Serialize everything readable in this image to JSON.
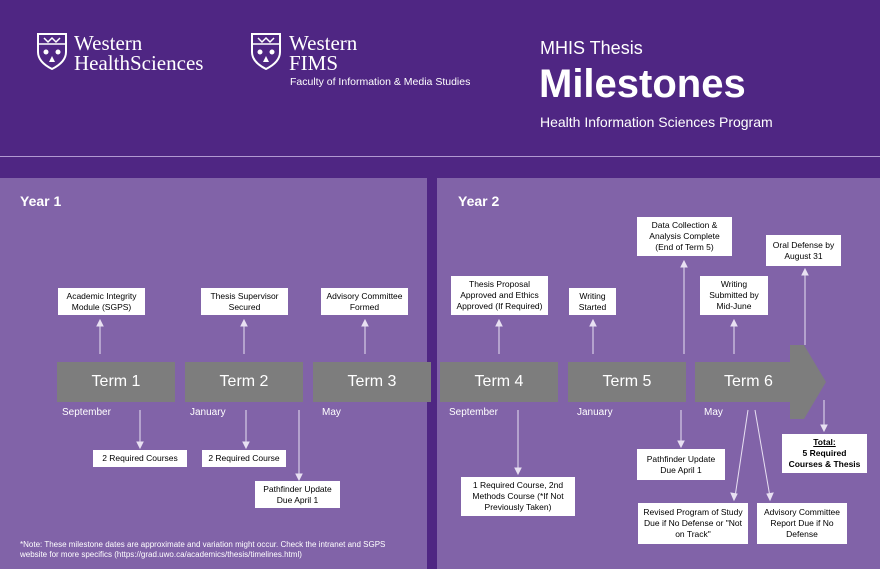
{
  "logos": {
    "whs_line1": "Western",
    "whs_line2": "HealthSciences",
    "fims_line1": "Western",
    "fims_line2": "FIMS",
    "fims_sub": "Faculty of Information & Media Studies"
  },
  "header": {
    "subtitle": "MHIS Thesis",
    "title": "Milestones",
    "program": "Health Information Sciences Program"
  },
  "years": [
    "Year 1",
    "Year 2"
  ],
  "terms": [
    "Term 1",
    "Term 2",
    "Term 3",
    "Term 4",
    "Term 5",
    "Term 6"
  ],
  "months": [
    "September",
    "January",
    "May",
    "September",
    "January",
    "May"
  ],
  "above": {
    "t1": "Academic Integrity Module (SGPS)",
    "t2": "Thesis Supervisor Secured",
    "t3": "Advisory Committee Formed",
    "t4": "Thesis Proposal Approved and Ethics Approved (If Required)",
    "t5": "Writing Started",
    "t5b": "Data Collection & Analysis Complete (End of Term 5)",
    "t6": "Writing Submitted by Mid-June",
    "t6b": "Oral Defense by August 31"
  },
  "below": {
    "t1": "2 Required Courses",
    "t2": "2 Required Course",
    "t2b": "Pathfinder Update Due April 1",
    "t4": "1 Required Course, 2nd Methods Course (*If Not Previously Taken)",
    "t5": "Pathfinder Update Due April 1",
    "t6a": "Revised Program of Study Due if No Defense or \"Not on Track\"",
    "t6b": "Advisory Committee Report Due if No Defense",
    "total_label": "Total:",
    "total_text": "5 Required Courses & Thesis"
  },
  "note": "*Note: These milestone dates are approximate and variation might occur. Check the intranet and SGPS website for more specifics (https://grad.uwo.ca/academics/thesis/timelines.html)"
}
